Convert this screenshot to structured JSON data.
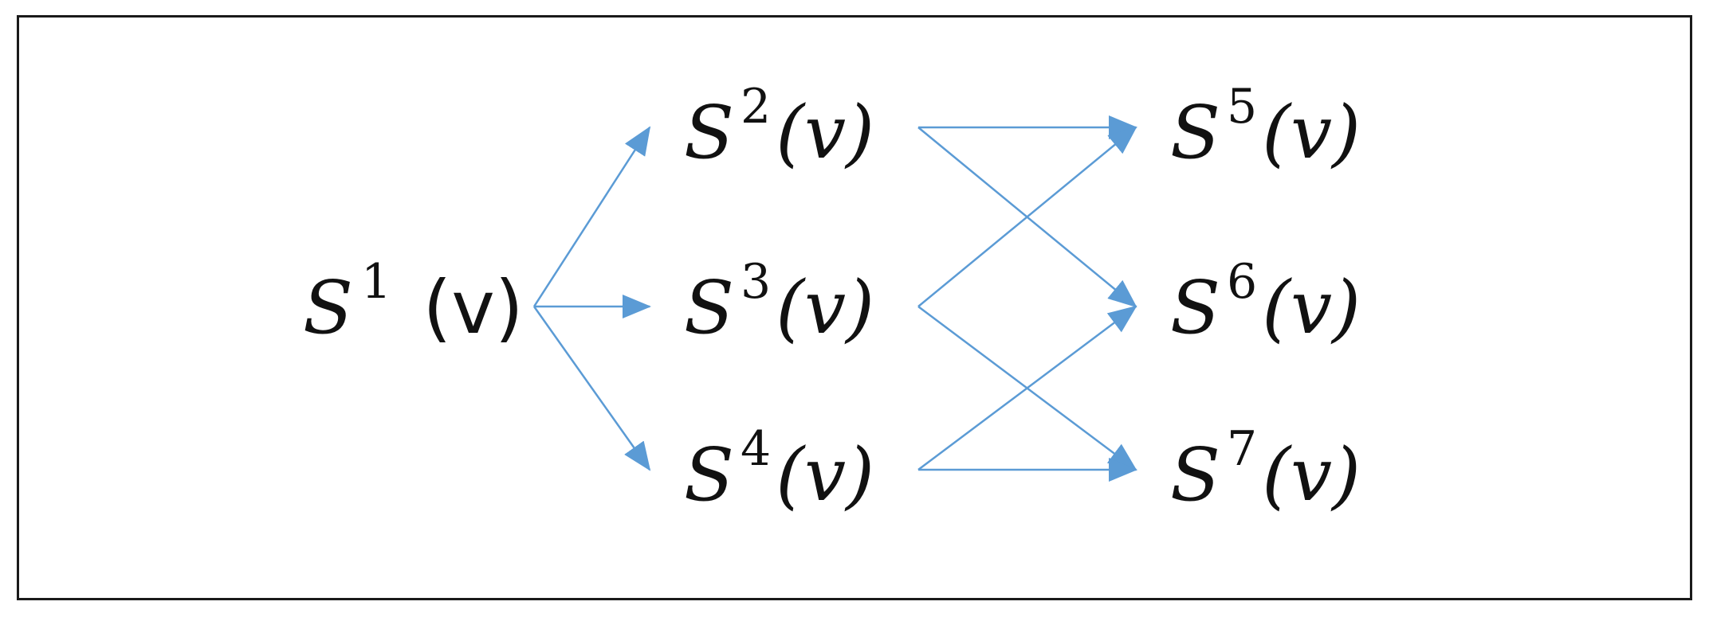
{
  "colors": {
    "arrow": "#5b9bd5",
    "text": "#111111",
    "border": "#1a1a1a"
  },
  "nodes": [
    {
      "id": "s1",
      "base": "S",
      "sup": "1",
      "arg": " (v)"
    },
    {
      "id": "s2",
      "base": "S",
      "sup": "2",
      "arg": "(v)"
    },
    {
      "id": "s3",
      "base": "S",
      "sup": "3",
      "arg": "(v)"
    },
    {
      "id": "s4",
      "base": "S",
      "sup": "4",
      "arg": "(v)"
    },
    {
      "id": "s5",
      "base": "S",
      "sup": "5",
      "arg": "(v)"
    },
    {
      "id": "s6",
      "base": "S",
      "sup": "6",
      "arg": "(v)"
    },
    {
      "id": "s7",
      "base": "S",
      "sup": "7",
      "arg": "(v)"
    }
  ],
  "edges": [
    {
      "from": "s1",
      "to": "s2"
    },
    {
      "from": "s1",
      "to": "s3"
    },
    {
      "from": "s1",
      "to": "s4"
    },
    {
      "from": "s2",
      "to": "s5"
    },
    {
      "from": "s2",
      "to": "s6"
    },
    {
      "from": "s3",
      "to": "s5"
    },
    {
      "from": "s3",
      "to": "s7"
    },
    {
      "from": "s4",
      "to": "s6"
    },
    {
      "from": "s4",
      "to": "s7"
    }
  ]
}
